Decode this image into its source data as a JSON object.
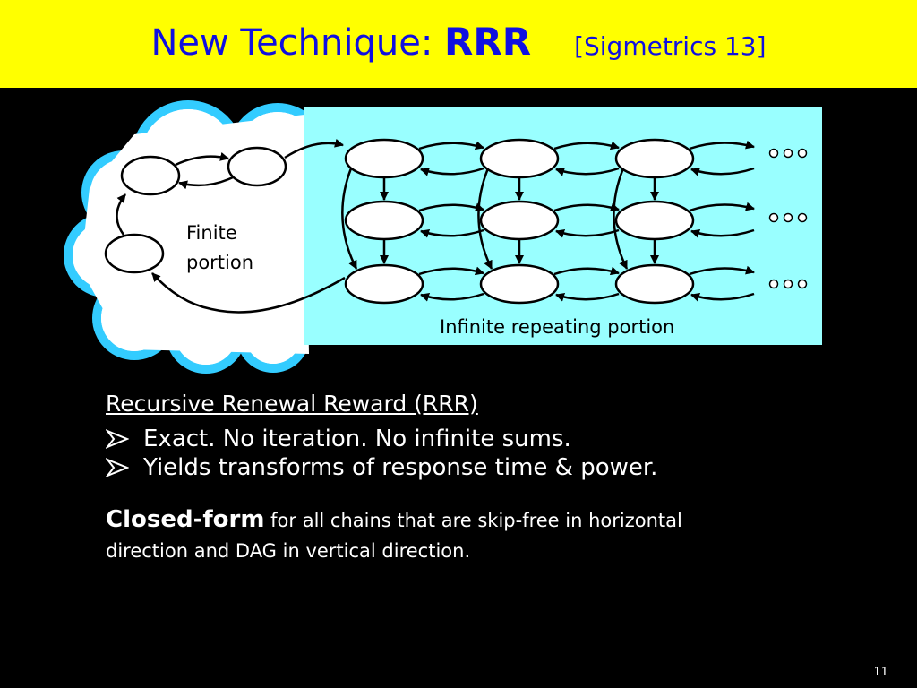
{
  "slide": {
    "title_prefix": "New Technique: ",
    "title_emphasis": "RRR",
    "title_reference": "[Sigmetrics 13]",
    "page_number": "11"
  },
  "diagram": {
    "finite_label_line1": "Finite",
    "finite_label_line2": "portion",
    "infinite_label": "Infinite repeating portion",
    "cloud_color": "#ffffff",
    "cloud_outline_color": "#33ccff",
    "panel_color": "#99ffff",
    "ellipsis_rows": 3
  },
  "body": {
    "heading": "Recursive Renewal Reward (RRR)",
    "bullets": [
      "Exact.  No iteration.  No infinite sums.",
      "Yields transforms of response time & power."
    ],
    "closed_form_bold": "Closed-form",
    "closed_form_line1": " for all chains that are skip-free in horizontal",
    "closed_form_line2": "direction and DAG in vertical direction."
  },
  "colors": {
    "title_bar": "#ffff00",
    "title_text": "#1010e0",
    "background": "#000000",
    "body_text": "#ffffff"
  }
}
